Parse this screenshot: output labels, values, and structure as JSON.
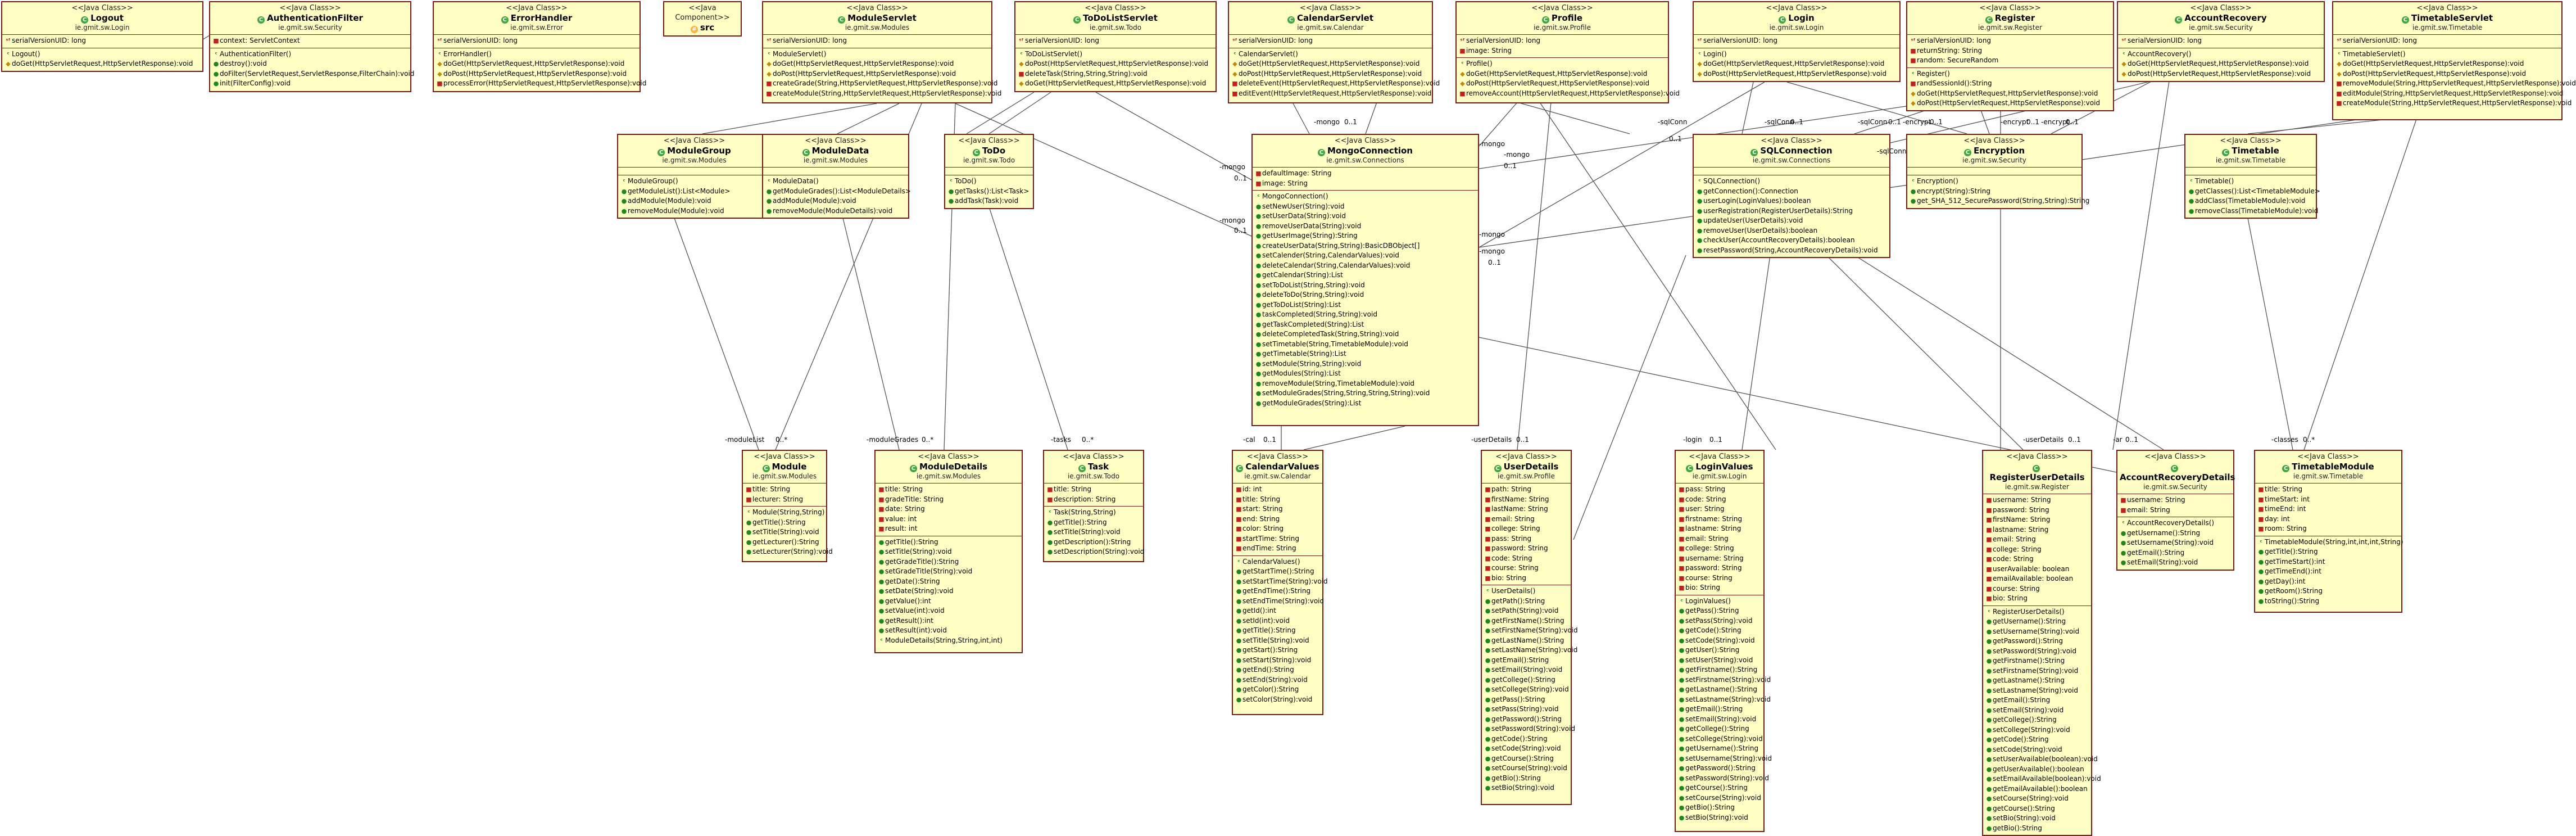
{
  "classes": [
    {
      "id": "Logout",
      "stereotype": "<<Java Class>>",
      "name": "Logout",
      "pkg": "ie.gmit.sw.Login",
      "kind": "class",
      "sections": [
        [
          "serialVersionUID: long"
        ],
        [
          "Logout()",
          "doGet(HttpServletRequest,HttpServletResponse):void"
        ]
      ]
    },
    {
      "id": "AuthenticationFilter",
      "stereotype": "<<Java Class>>",
      "name": "AuthenticationFilter",
      "pkg": "ie.gmit.sw.Security",
      "kind": "class",
      "sections": [
        [
          "context: ServletContext"
        ],
        [
          "AuthenticationFilter()",
          "destroy():void",
          "doFilter(ServletRequest,ServletResponse,FilterChain):void",
          "init(FilterConfig):void"
        ]
      ]
    },
    {
      "id": "ErrorHandler",
      "stereotype": "<<Java Class>>",
      "name": "ErrorHandler",
      "pkg": "ie.gmit.sw.Error",
      "kind": "class",
      "sections": [
        [
          "serialVersionUID: long"
        ],
        [
          "ErrorHandler()",
          "doGet(HttpServletRequest,HttpServletResponse):void",
          "doPost(HttpServletRequest,HttpServletResponse):void",
          "processError(HttpServletRequest,HttpServletResponse):void"
        ]
      ]
    },
    {
      "id": "src",
      "stereotype": "<<Java Component>>",
      "name": "src",
      "pkg": "",
      "kind": "component",
      "sections": []
    },
    {
      "id": "ModuleServlet",
      "stereotype": "<<Java Class>>",
      "name": "ModuleServlet",
      "pkg": "ie.gmit.sw.Modules",
      "kind": "class",
      "sections": [
        [
          "serialVersionUID: long"
        ],
        [
          "ModuleServlet()",
          "doGet(HttpServletRequest,HttpServletResponse):void",
          "doPost(HttpServletRequest,HttpServletResponse):void",
          "createGrade(String,HttpServletRequest,HttpServletResponse):void",
          "createModule(String,HttpServletRequest,HttpServletResponse):void"
        ]
      ]
    },
    {
      "id": "ToDoListServlet",
      "stereotype": "<<Java Class>>",
      "name": "ToDoListServlet",
      "pkg": "ie.gmit.sw.Todo",
      "kind": "class",
      "sections": [
        [
          "serialVersionUID: long"
        ],
        [
          "ToDoListServlet()",
          "doPost(HttpServletRequest,HttpServletResponse):void",
          "deleteTask(String,String,String):void",
          "doGet(HttpServletRequest,HttpServletResponse):void"
        ]
      ]
    },
    {
      "id": "CalendarServlet",
      "stereotype": "<<Java Class>>",
      "name": "CalendarServlet",
      "pkg": "ie.gmit.sw.Calendar",
      "kind": "class",
      "sections": [
        [
          "serialVersionUID: long"
        ],
        [
          "CalendarServlet()",
          "doGet(HttpServletRequest,HttpServletResponse):void",
          "doPost(HttpServletRequest,HttpServletResponse):void",
          "deleteEvent(HttpServletRequest,HttpServletResponse):void",
          "editEvent(HttpServletRequest,HttpServletResponse):void"
        ]
      ]
    },
    {
      "id": "Profile",
      "stereotype": "<<Java Class>>",
      "name": "Profile",
      "pkg": "ie.gmit.sw.Profile",
      "kind": "class",
      "sections": [
        [
          "serialVersionUID: long",
          "image: String"
        ],
        [
          "Profile()",
          "doGet(HttpServletRequest,HttpServletResponse):void",
          "doPost(HttpServletRequest,HttpServletResponse):void",
          "removeAccount(HttpServletRequest,HttpServletResponse):void"
        ]
      ]
    },
    {
      "id": "Login",
      "stereotype": "<<Java Class>>",
      "name": "Login",
      "pkg": "ie.gmit.sw.Login",
      "kind": "class",
      "sections": [
        [
          "serialVersionUID: long"
        ],
        [
          "Login()",
          "doGet(HttpServletRequest,HttpServletResponse):void",
          "doPost(HttpServletRequest,HttpServletResponse):void"
        ]
      ]
    },
    {
      "id": "Register",
      "stereotype": "<<Java Class>>",
      "name": "Register",
      "pkg": "ie.gmit.sw.Register",
      "kind": "class",
      "sections": [
        [
          "serialVersionUID: long",
          "returnString: String",
          "random: SecureRandom"
        ],
        [
          "Register()",
          "randSessionId():String",
          "doGet(HttpServletRequest,HttpServletResponse):void",
          "doPost(HttpServletRequest,HttpServletResponse):void"
        ]
      ]
    },
    {
      "id": "AccountRecovery",
      "stereotype": "<<Java Class>>",
      "name": "AccountRecovery",
      "pkg": "ie.gmit.sw.Security",
      "kind": "class",
      "sections": [
        [
          "serialVersionUID: long"
        ],
        [
          "AccountRecovery()",
          "doGet(HttpServletRequest,HttpServletResponse):void",
          "doPost(HttpServletRequest,HttpServletResponse):void"
        ]
      ]
    },
    {
      "id": "TimetableServlet",
      "stereotype": "<<Java Class>>",
      "name": "TimetableServlet",
      "pkg": "ie.gmit.sw.Timetable",
      "kind": "class",
      "sections": [
        [
          "serialVersionUID: long"
        ],
        [
          "TimetableServlet()",
          "doGet(HttpServletRequest,HttpServletResponse):void",
          "doPost(HttpServletRequest,HttpServletResponse):void",
          "removeModule(String,HttpServletRequest,HttpServletResponse):void",
          "editModule(String,HttpServletRequest,HttpServletResponse):void",
          "createModule(String,HttpServletRequest,HttpServletResponse):void"
        ]
      ]
    },
    {
      "id": "ModuleGroup",
      "stereotype": "<<Java Class>>",
      "name": "ModuleGroup",
      "pkg": "ie.gmit.sw.Modules",
      "kind": "class",
      "sections": [
        [],
        [
          "ModuleGroup()",
          "getModuleList():List<Module>",
          "addModule(Module):void",
          "removeModule(Module):void"
        ]
      ]
    },
    {
      "id": "ModuleData",
      "stereotype": "<<Java Class>>",
      "name": "ModuleData",
      "pkg": "ie.gmit.sw.Modules",
      "kind": "class",
      "sections": [
        [],
        [
          "ModuleData()",
          "getModuleGrades():List<ModuleDetails>",
          "addModule(Module):void",
          "removeModule(ModuleDetails):void"
        ]
      ]
    },
    {
      "id": "ToDo",
      "stereotype": "<<Java Class>>",
      "name": "ToDo",
      "pkg": "ie.gmit.sw.Todo",
      "kind": "class",
      "sections": [
        [],
        [
          "ToDo()",
          "getTasks():List<Task>",
          "addTask(Task):void"
        ]
      ]
    },
    {
      "id": "MongoConnection",
      "stereotype": "<<Java Class>>",
      "name": "MongoConnection",
      "pkg": "ie.gmit.sw.Connections",
      "kind": "class",
      "sections": [
        [
          "defaultImage: String",
          "image: String"
        ],
        [
          "MongoConnection()",
          "setNewUser(String):void",
          "setUserData(String):void",
          "removeUserData(String):void",
          "getUserImage(String):String",
          "createUserData(String,String):BasicDBObject[]",
          "setCalender(String,CalendarValues):void",
          "deleteCalendar(String,CalendarValues):void",
          "getCalendar(String):List",
          "setToDoList(String,String):void",
          "deleteToDo(String,String):void",
          "getToDoList(String):List",
          "taskCompleted(String,String):void",
          "getTaskCompleted(String):List",
          "deleteCompletedTask(String,String):void",
          "setTimetable(String,TimetableModule):void",
          "getTimetable(String):List",
          "setModule(String,String):void",
          "getModules(String):List",
          "removeModule(String,TimetableModule):void",
          "setModuleGrades(String,String,String,String):void",
          "getModuleGrades(String):List"
        ]
      ]
    },
    {
      "id": "SQLConnection",
      "stereotype": "<<Java Class>>",
      "name": "SQLConnection",
      "pkg": "ie.gmit.sw.Connections",
      "kind": "class",
      "sections": [
        [],
        [
          "SQLConnection()",
          "getConnection():Connection",
          "userLogin(LoginValues):boolean",
          "userRegistration(RegisterUserDetails):String",
          "updateUser(UserDetails):void",
          "removeUser(UserDetails):boolean",
          "checkUser(AccountRecoveryDetails):boolean",
          "resetPassword(String,AccountRecoveryDetails):void"
        ]
      ]
    },
    {
      "id": "Encryption",
      "stereotype": "<<Java Class>>",
      "name": "Encryption",
      "pkg": "ie.gmit.sw.Security",
      "kind": "class",
      "sections": [
        [],
        [
          "Encryption()",
          "encrypt(String):String",
          "get_SHA_512_SecurePassword(String,String):String"
        ]
      ]
    },
    {
      "id": "Timetable",
      "stereotype": "<<Java Class>>",
      "name": "Timetable",
      "pkg": "ie.gmit.sw.Timetable",
      "kind": "class",
      "sections": [
        [],
        [
          "Timetable()",
          "getClasses():List<TimetableModule>",
          "addClass(TimetableModule):void",
          "removeClass(TimetableModule):void"
        ]
      ]
    },
    {
      "id": "Module",
      "stereotype": "<<Java Class>>",
      "name": "Module",
      "pkg": "ie.gmit.sw.Modules",
      "kind": "class",
      "sections": [
        [
          "title: String",
          "lecturer: String"
        ],
        [
          "Module(String,String)",
          "getTitle():String",
          "setTitle(String):void",
          "getLecturer():String",
          "setLecturer(String):void"
        ]
      ]
    },
    {
      "id": "ModuleDetails",
      "stereotype": "<<Java Class>>",
      "name": "ModuleDetails",
      "pkg": "ie.gmit.sw.Modules",
      "kind": "class",
      "sections": [
        [
          "title: String",
          "gradeTitle: String",
          "date: String",
          "value: int",
          "result: int"
        ],
        [
          "getTitle():String",
          "setTitle(String):void",
          "getGradeTitle():String",
          "setGradeTitle(String):void",
          "getDate():String",
          "setDate(String):void",
          "getValue():int",
          "setValue(int):void",
          "getResult():int",
          "setResult(int):void",
          "ModuleDetails(String,String,int,int)"
        ]
      ]
    },
    {
      "id": "Task",
      "stereotype": "<<Java Class>>",
      "name": "Task",
      "pkg": "ie.gmit.sw.Todo",
      "kind": "class",
      "sections": [
        [
          "title: String",
          "description: String"
        ],
        [
          "Task(String,String)",
          "getTitle():String",
          "setTitle(String):void",
          "getDescription():String",
          "setDescription(String):void"
        ]
      ]
    },
    {
      "id": "CalendarValues",
      "stereotype": "<<Java Class>>",
      "name": "CalendarValues",
      "pkg": "ie.gmit.sw.Calendar",
      "kind": "class",
      "sections": [
        [
          "id: int",
          "title: String",
          "start: String",
          "end: String",
          "color: String",
          "startTime: String",
          "endTime: String"
        ],
        [
          "CalendarValues()",
          "getStartTime():String",
          "setStartTime(String):void",
          "getEndTime():String",
          "setEndTime(String):void",
          "getId():int",
          "setId(int):void",
          "getTitle():String",
          "setTitle(String):void",
          "getStart():String",
          "setStart(String):void",
          "getEnd():String",
          "setEnd(String):void",
          "getColor():String",
          "setColor(String):void"
        ]
      ]
    },
    {
      "id": "UserDetails",
      "stereotype": "<<Java Class>>",
      "name": "UserDetails",
      "pkg": "ie.gmit.sw.Profile",
      "kind": "class",
      "sections": [
        [
          "path: String",
          "firstName: String",
          "lastName: String",
          "email: String",
          "college: String",
          "pass: String",
          "password: String",
          "code: String",
          "course: String",
          "bio: String"
        ],
        [
          "UserDetails()",
          "getPath():String",
          "setPath(String):void",
          "getFirstName():String",
          "setFirstName(String):void",
          "getLastName():String",
          "setLastName(String):void",
          "getEmail():String",
          "setEmail(String):void",
          "getCollege():String",
          "setCollege(String):void",
          "getPass():String",
          "setPass(String):void",
          "getPassword():String",
          "setPassword(String):void",
          "getCode():String",
          "setCode(String):void",
          "getCourse():String",
          "setCourse(String):void",
          "getBio():String",
          "setBio(String):void"
        ]
      ]
    },
    {
      "id": "LoginValues",
      "stereotype": "<<Java Class>>",
      "name": "LoginValues",
      "pkg": "ie.gmit.sw.Login",
      "kind": "class",
      "sections": [
        [
          "pass: String",
          "code: String",
          "user: String",
          "firstname: String",
          "lastname: String",
          "email: String",
          "college: String",
          "username: String",
          "password: String",
          "course: String",
          "bio: String"
        ],
        [
          "LoginValues()",
          "getPass():String",
          "setPass(String):void",
          "getCode():String",
          "setCode(String):void",
          "getUser():String",
          "setUser(String):void",
          "getFirstname():String",
          "setFirstname(String):void",
          "getLastname():String",
          "setLastname(String):void",
          "getEmail():String",
          "setEmail(String):void",
          "getCollege():String",
          "setCollege(String):void",
          "getUsername():String",
          "setUsername(String):void",
          "getPassword():String",
          "setPassword(String):void",
          "getCourse():String",
          "setCourse(String):void",
          "getBio():String",
          "setBio(String):void"
        ]
      ]
    },
    {
      "id": "RegisterUserDetails",
      "stereotype": "<<Java Class>>",
      "name": "RegisterUserDetails",
      "pkg": "ie.gmit.sw.Register",
      "kind": "class",
      "sections": [
        [
          "username: String",
          "password: String",
          "firstName: String",
          "lastname: String",
          "email: String",
          "college: String",
          "code: String",
          "userAvailable: boolean",
          "emailAvailable: boolean",
          "course: String",
          "bio: String"
        ],
        [
          "RegisterUserDetails()",
          "getUsername():String",
          "setUsername(String):void",
          "getPassword():String",
          "setPassword(String):void",
          "getFirstname():String",
          "setFirstname(String):void",
          "getLastname():String",
          "setLastname(String):void",
          "getEmail():String",
          "setEmail(String):void",
          "getCollege():String",
          "setCollege(String):void",
          "getCode():String",
          "setCode(String):void",
          "setUserAvailable(boolean):void",
          "getUserAvailable():boolean",
          "setEmailAvailable(boolean):void",
          "getEmailAvailable():boolean",
          "setCourse(String):void",
          "getCourse():String",
          "setBio(String):void",
          "getBio():String"
        ]
      ]
    },
    {
      "id": "AccountRecoveryDetails",
      "stereotype": "<<Java Class>>",
      "name": "AccountRecoveryDetails",
      "pkg": "ie.gmit.sw.Security",
      "kind": "class",
      "sections": [
        [
          "username: String",
          "email: String"
        ],
        [
          "AccountRecoveryDetails()",
          "getUsername():String",
          "setUsername(String):void",
          "getEmail():String",
          "setEmail(String):void"
        ]
      ]
    },
    {
      "id": "TimetableModule",
      "stereotype": "<<Java Class>>",
      "name": "TimetableModule",
      "pkg": "ie.gmit.sw.Timetable",
      "kind": "class",
      "sections": [
        [
          "title: String",
          "timeStart: int",
          "timeEnd: int",
          "day: int",
          "room: String"
        ],
        [
          "TimetableModule(String,int,int,int,String)",
          "getTitle():String",
          "getTimeStart():int",
          "getTimeEnd():int",
          "getDay():int",
          "getRoom():String",
          "toString():String"
        ]
      ]
    }
  ],
  "edge_labels": [
    {
      "id": "mongo-top",
      "text": "-mongo"
    },
    {
      "id": "mongo-top-m",
      "text": "0..1"
    },
    {
      "id": "mongo-l1",
      "text": "-mongo"
    },
    {
      "id": "mongo-l1-m",
      "text": "0..1"
    },
    {
      "id": "mongo-l2",
      "text": "-mongo"
    },
    {
      "id": "mongo-l2-m",
      "text": "0..1"
    },
    {
      "id": "mongo-r",
      "text": "-mongo"
    },
    {
      "id": "mongo-r2",
      "text": "-mongo"
    },
    {
      "id": "mongo-r3",
      "text": "-mongo"
    },
    {
      "id": "mongo-r3-m",
      "text": "0..1"
    },
    {
      "id": "sqlconn-1",
      "text": "-sqlConn"
    },
    {
      "id": "sqlconn-1-m",
      "text": "0..1"
    },
    {
      "id": "sqlconn-2",
      "text": "-sqlConn"
    },
    {
      "id": "sqlconn-2-m",
      "text": "0..1"
    },
    {
      "id": "sqlconn-3",
      "text": "-sqlConn"
    },
    {
      "id": "sqlconn-3-m",
      "text": "0..1"
    },
    {
      "id": "sqlconn-4",
      "text": "-sqlConn"
    },
    {
      "id": "encrypt-1",
      "text": "-encrypt"
    },
    {
      "id": "encrypt-1-m",
      "text": "0..1"
    },
    {
      "id": "encrypt-2",
      "text": "-encrypt"
    },
    {
      "id": "encrypt-2-m",
      "text": "0..1"
    },
    {
      "id": "encrypt-3",
      "text": "-encrypt"
    },
    {
      "id": "encrypt-3-m",
      "text": "0..1"
    },
    {
      "id": "modulelist",
      "text": "-moduleList"
    },
    {
      "id": "modulelist-m",
      "text": "0..*"
    },
    {
      "id": "modulegrades",
      "text": "-moduleGrades"
    },
    {
      "id": "modulegrades-m",
      "text": "0..*"
    },
    {
      "id": "tasks",
      "text": "-tasks"
    },
    {
      "id": "tasks-m",
      "text": "0..*"
    },
    {
      "id": "cal",
      "text": "-cal"
    },
    {
      "id": "cal-m",
      "text": "0..1"
    },
    {
      "id": "userdetails",
      "text": "-userDetails"
    },
    {
      "id": "userdetails-m",
      "text": "0..1"
    },
    {
      "id": "login",
      "text": "-login"
    },
    {
      "id": "login-m",
      "text": "0..1"
    },
    {
      "id": "userdetails2",
      "text": "-userDetails"
    },
    {
      "id": "userdetails2-m",
      "text": "0..1"
    },
    {
      "id": "ar",
      "text": "-ar"
    },
    {
      "id": "ar-m",
      "text": "0..1"
    },
    {
      "id": "classes",
      "text": "-classes"
    },
    {
      "id": "classes-m",
      "text": "0..*"
    },
    {
      "id": "mongo-prof",
      "text": "-mongo"
    },
    {
      "id": "mongo-prof-m",
      "text": "0..1"
    }
  ]
}
